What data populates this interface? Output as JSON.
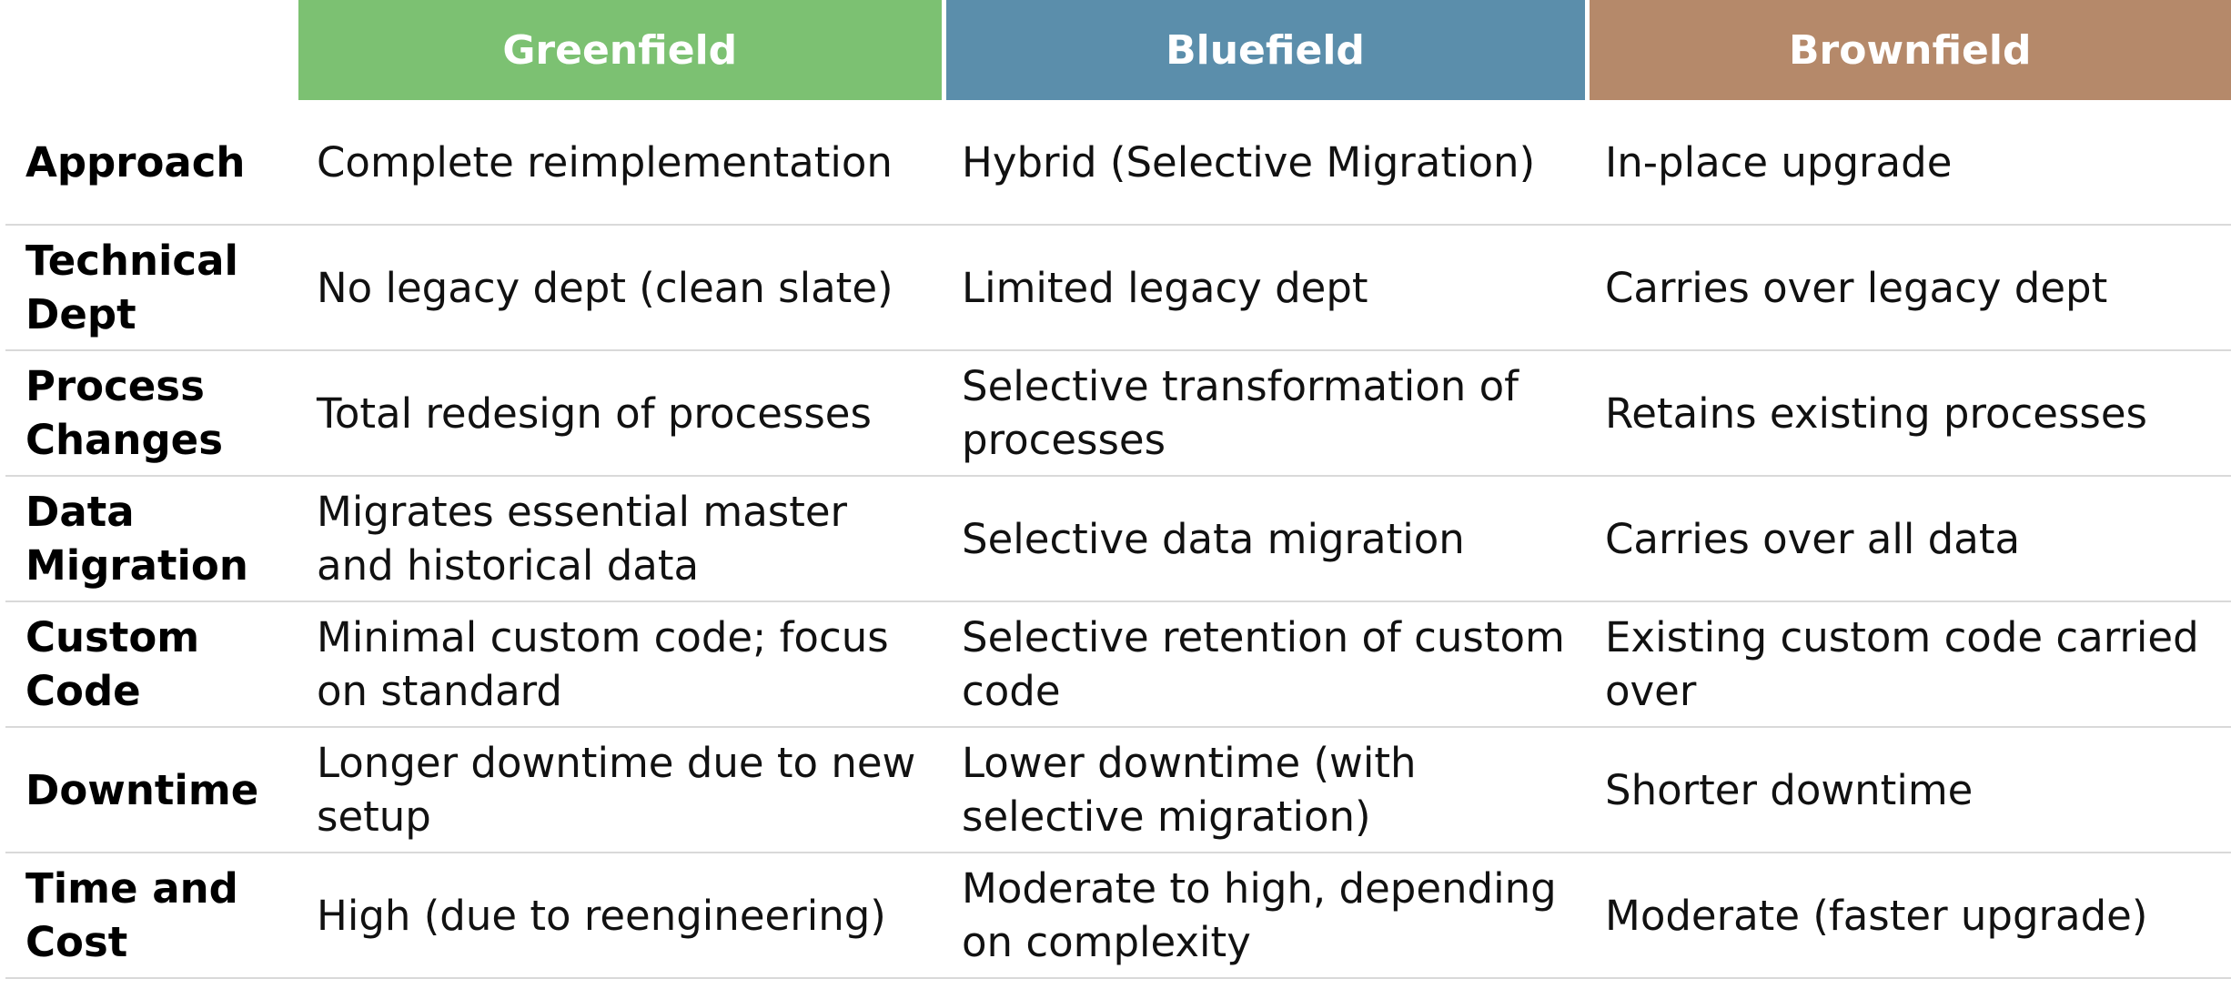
{
  "table": {
    "headers": [
      "Greenfield",
      "Bluefield",
      "Brownfield"
    ],
    "header_colors": [
      "#7cc172",
      "#5b8eab",
      "#b5896a"
    ],
    "rows": [
      {
        "label": "Approach",
        "greenfield": "Complete reimplementation",
        "bluefield": "Hybrid (Selective Migration)",
        "brownfield": "In-place upgrade"
      },
      {
        "label": "Technical Dept",
        "greenfield": "No legacy dept (clean slate)",
        "bluefield": "Limited legacy dept",
        "brownfield": "Carries over legacy dept"
      },
      {
        "label": "Process Changes",
        "greenfield": "Total redesign of processes",
        "bluefield": "Selective transformation of processes",
        "brownfield": "Retains existing processes"
      },
      {
        "label": "Data Migration",
        "greenfield": "Migrates essential master and historical data",
        "bluefield": "Selective data migration",
        "brownfield": "Carries over all data"
      },
      {
        "label": "Custom Code",
        "greenfield": "Minimal custom code; focus on standard",
        "bluefield": "Selective retention of custom code",
        "brownfield": "Existing custom code carried over"
      },
      {
        "label": "Downtime",
        "greenfield": "Longer downtime due to new setup",
        "bluefield": "Lower downtime (with selective migration)",
        "brownfield": "Shorter downtime"
      },
      {
        "label": "Time and Cost",
        "greenfield": "High (due to reengineering)",
        "bluefield": "Moderate to high, depending on complexity",
        "brownfield": "Moderate (faster upgrade)"
      }
    ]
  }
}
